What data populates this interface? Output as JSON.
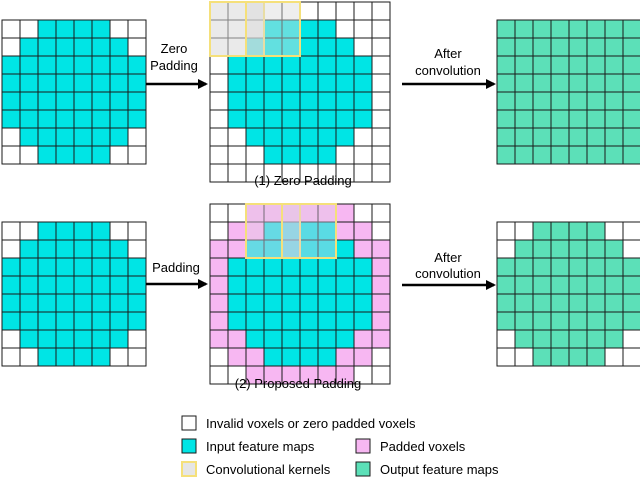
{
  "colors": {
    "invalid": "#ffffff",
    "input": "#00e5e5",
    "padded": "#f7b7f2",
    "output": "#5ce0b8",
    "kernel_border": "#f5e07a",
    "kernel_fill_gray": "#d9d9d9",
    "kernel_fill_mix": "#e2cde3",
    "grid_line": "#1a1a1a"
  },
  "labels": {
    "arrow1": [
      "Zero",
      "Padding"
    ],
    "arrow2": [
      "After",
      "convolution"
    ],
    "arrow3": [
      "Padding"
    ],
    "arrow4": [
      "After",
      "convolution"
    ],
    "caption1": "(1) Zero Padding",
    "caption2": "(2) Proposed Padding"
  },
  "legend": [
    {
      "name": "legend-invalid",
      "color": "invalid",
      "label": "Invalid voxels or zero padded voxels"
    },
    {
      "name": "legend-input",
      "color": "input",
      "label": "Input feature maps"
    },
    {
      "name": "legend-padded",
      "color": "padded",
      "label": "Padded voxels"
    },
    {
      "name": "legend-kernel",
      "color": "kernel",
      "label": "Convolutional kernels"
    },
    {
      "name": "legend-output",
      "color": "output",
      "label": "Output feature maps"
    }
  ],
  "grids": {
    "input": [
      "WWCCCCWW",
      "WCCCCCCW",
      "CCCCCCCC",
      "CCCCCCCC",
      "CCCCCCCC",
      "CCCCCCCC",
      "WCCCCCCW",
      "WWCCCCWW"
    ],
    "zero_padded": [
      "WWWWWWWWWW",
      "WWWCCCCWWW",
      "WWCCCCCCWW",
      "WCCCCCCCCW",
      "WCCCCCCCCW",
      "WCCCCCCCCW",
      "WCCCCCCCCW",
      "WWCCCCCCWW",
      "WWWCCCCWWW",
      "WWWWWWWWWW"
    ],
    "output_full": [
      "GGGGGGGG",
      "GGGGGGGG",
      "GGGGGGGG",
      "GGGGGGGG",
      "GGGGGGGG",
      "GGGGGGGG",
      "GGGGGGGG",
      "GGGGGGGG"
    ],
    "proposed_padded": [
      "WWPPPPPPWW",
      "WPPCCCCPPW",
      "PPCCCCCCPP",
      "PCCCCCCCCP",
      "PCCCCCCCCP",
      "PCCCCCCCCP",
      "PCCCCCCCCP",
      "PPCCCCCCPP",
      "WPPCCCCPPW",
      "WWPPPPPPWW"
    ],
    "output_shaped": [
      "WWGGGGWW",
      "WGGGGGGW",
      "GGGGGGGG",
      "GGGGGGGG",
      "GGGGGGGG",
      "GGGGGGGG",
      "WGGGGGGW",
      "WWGGGGWW"
    ]
  }
}
